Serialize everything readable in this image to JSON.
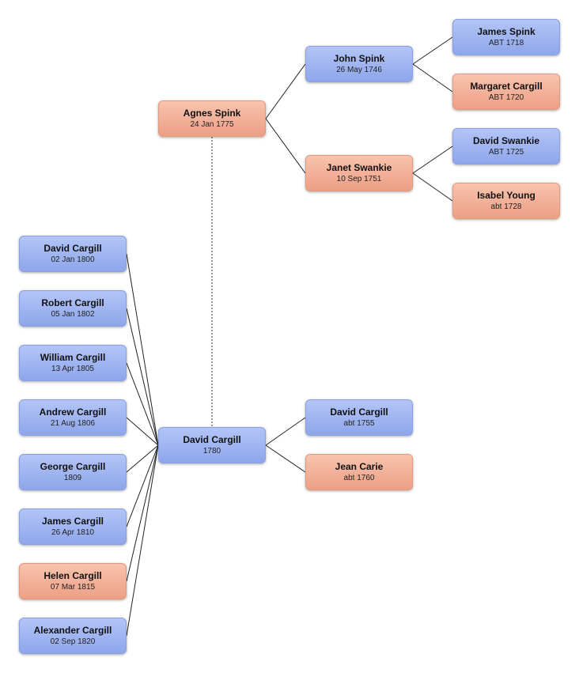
{
  "people": {
    "agnes": {
      "name": "Agnes Spink",
      "date": "24 Jan 1775",
      "sex": "female"
    },
    "john": {
      "name": "John Spink",
      "date": "26 May 1746",
      "sex": "male"
    },
    "james_s": {
      "name": "James Spink",
      "date": "ABT 1718",
      "sex": "male"
    },
    "margaret": {
      "name": "Margaret Cargill",
      "date": "ABT 1720",
      "sex": "female"
    },
    "janet": {
      "name": "Janet Swankie",
      "date": "10 Sep 1751",
      "sex": "female"
    },
    "david_sw": {
      "name": "David Swankie",
      "date": "ABT 1725",
      "sex": "male"
    },
    "isabel": {
      "name": "Isabel Young",
      "date": "abt 1728",
      "sex": "female"
    },
    "david": {
      "name": "David Cargill",
      "date": "1780",
      "sex": "male"
    },
    "david_f": {
      "name": "David Cargill",
      "date": "abt 1755",
      "sex": "male"
    },
    "jean": {
      "name": "Jean Carie",
      "date": "abt 1760",
      "sex": "female"
    },
    "c1": {
      "name": "David Cargill",
      "date": "02 Jan 1800",
      "sex": "male"
    },
    "c2": {
      "name": "Robert Cargill",
      "date": "05 Jan 1802",
      "sex": "male"
    },
    "c3": {
      "name": "William Cargill",
      "date": "13 Apr 1805",
      "sex": "male"
    },
    "c4": {
      "name": "Andrew Cargill",
      "date": "21 Aug 1806",
      "sex": "male"
    },
    "c5": {
      "name": "George Cargill",
      "date": "1809",
      "sex": "male"
    },
    "c6": {
      "name": "James Cargill",
      "date": "26 Apr 1810",
      "sex": "male"
    },
    "c7": {
      "name": "Helen Cargill",
      "date": "07 Mar 1815",
      "sex": "female"
    },
    "c8": {
      "name": "Alexander Cargill",
      "date": "02 Sep 1820",
      "sex": "male"
    }
  },
  "colors": {
    "male": "#9ab0ee",
    "female": "#f2ae95",
    "line": "#222222",
    "spouse_line": "#777777"
  }
}
